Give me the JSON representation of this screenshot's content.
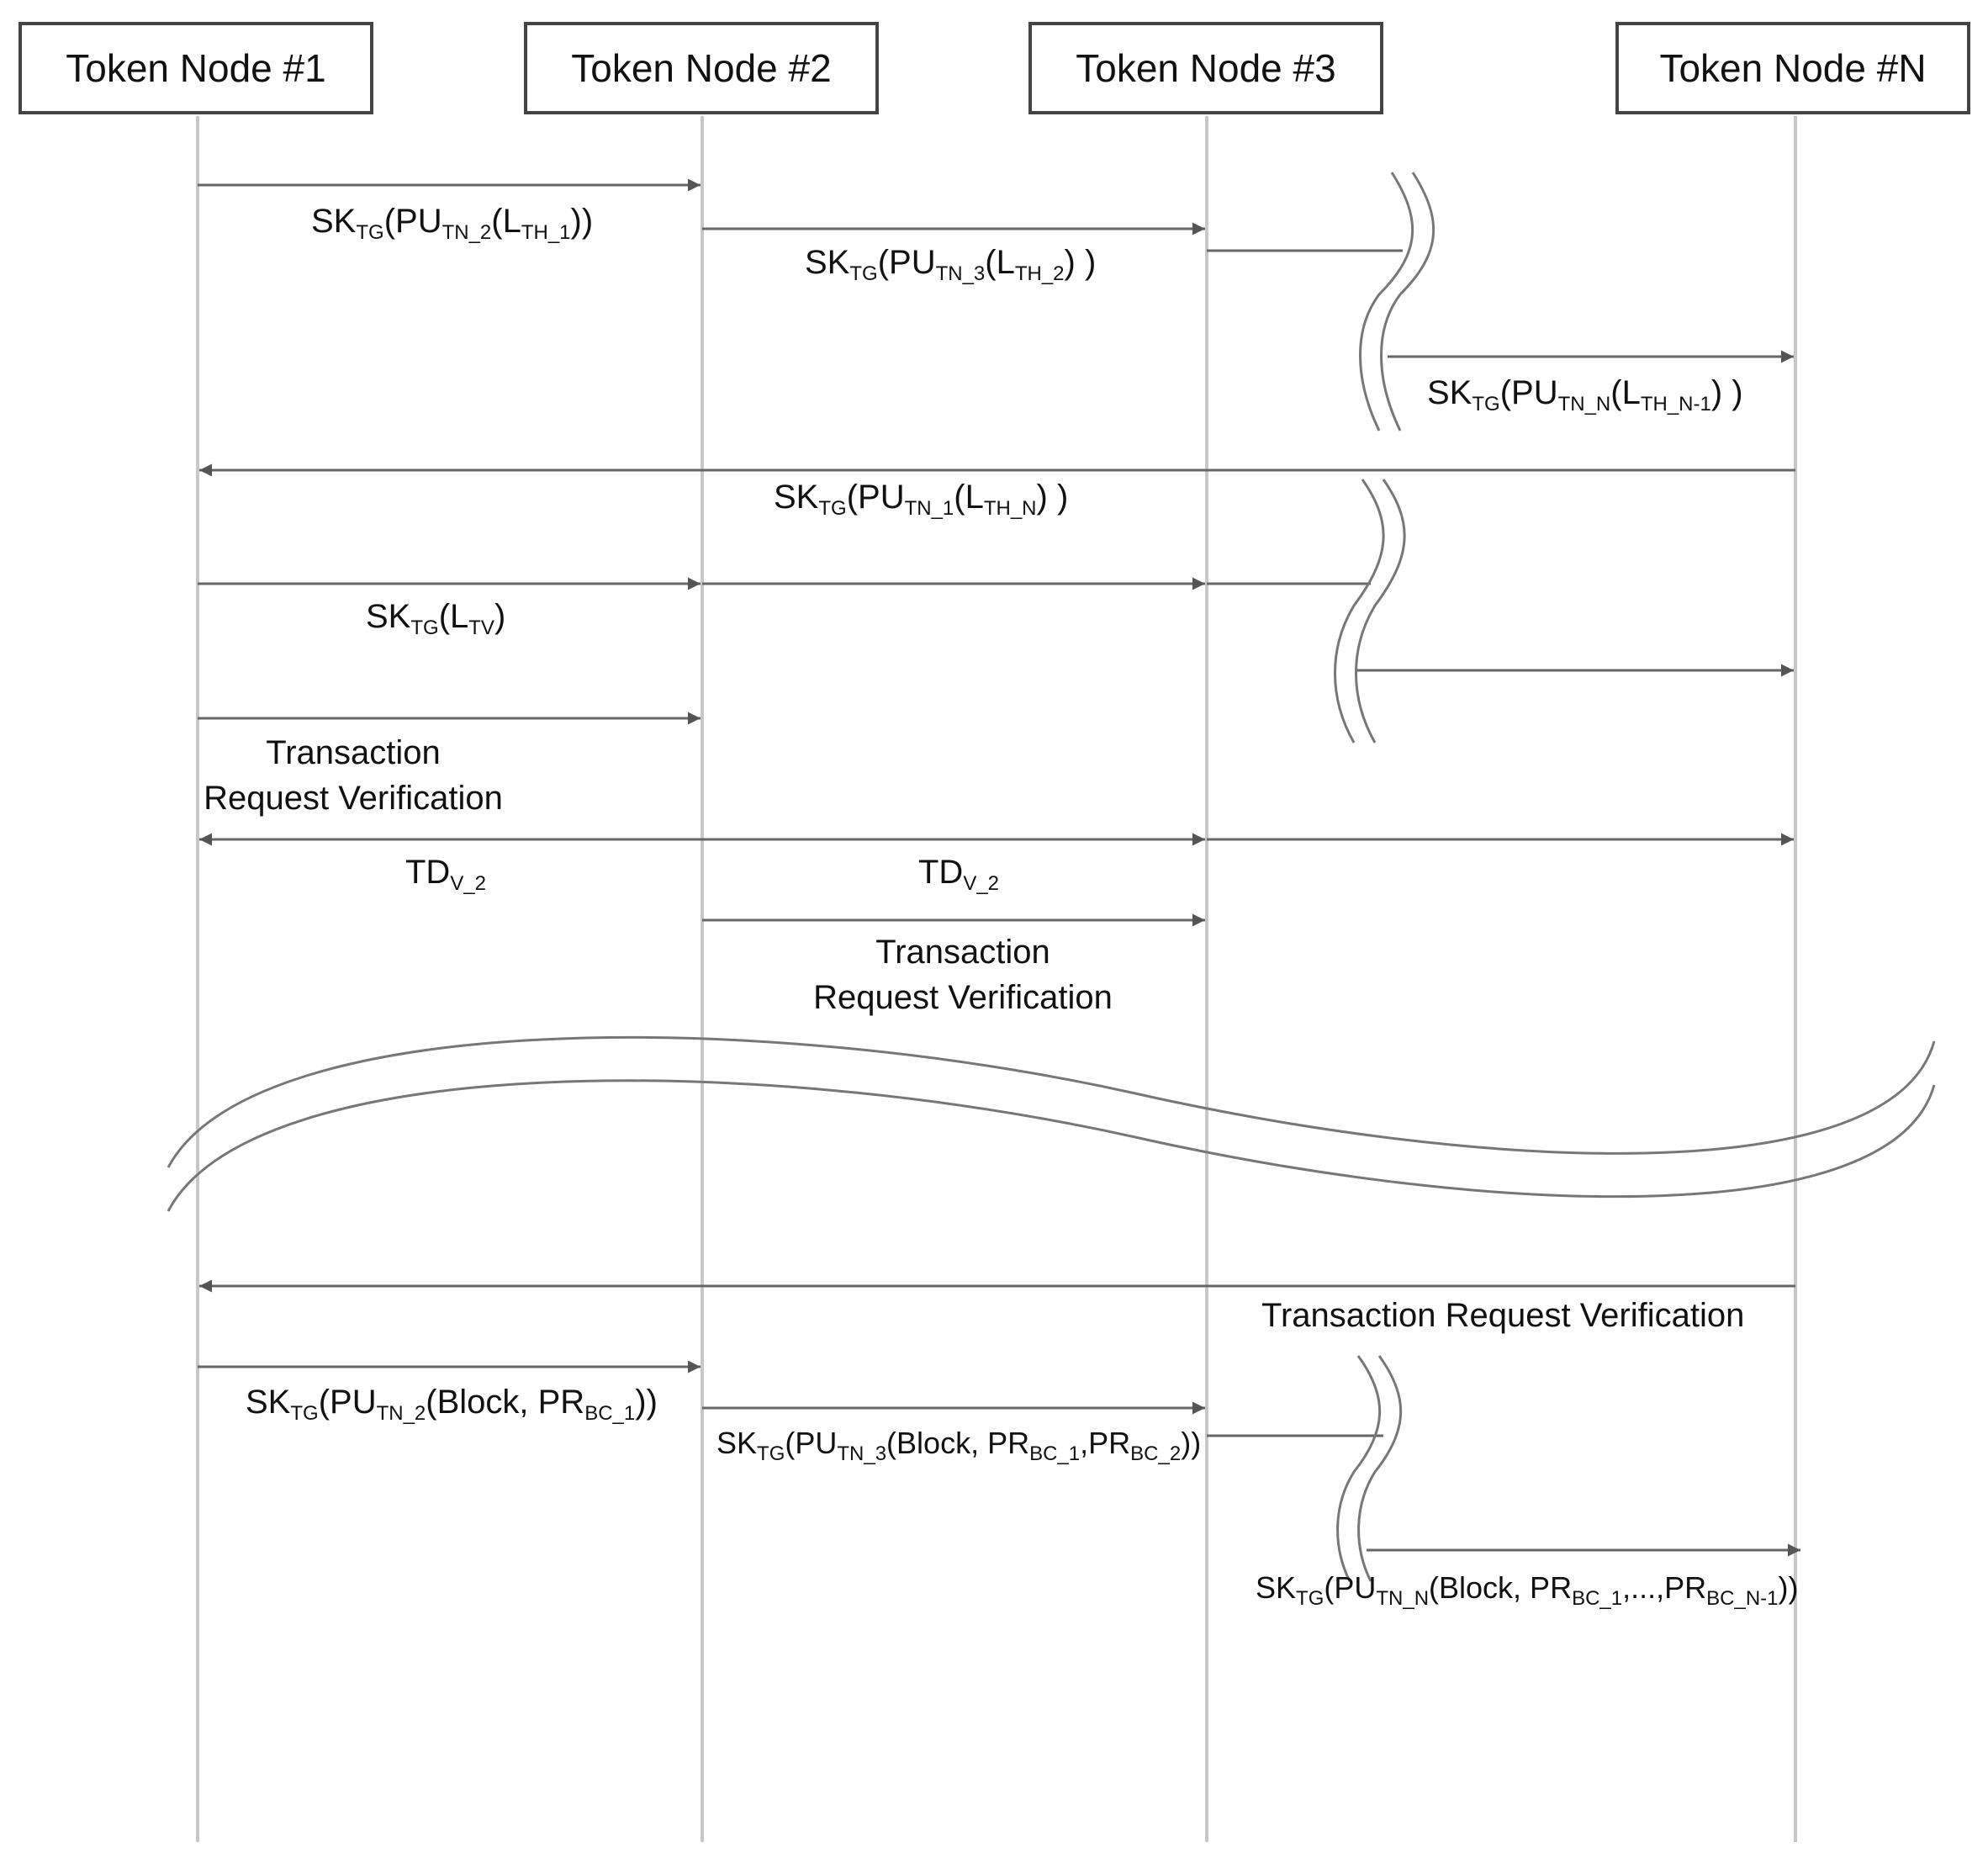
{
  "nodes": [
    "Token Node #1",
    "Token Node #2",
    "Token Node #3",
    "Token Node #N"
  ],
  "labels": {
    "m1": {
      "a": "SK",
      "b": "TG",
      "c": "(PU",
      "d": "TN_2",
      "e": "(L",
      "f": "TH_1",
      "g": "))"
    },
    "m2": {
      "a": "SK",
      "b": "TG",
      "c": "(PU",
      "d": "TN_3",
      "e": "(L",
      "f": "TH_2",
      "g": ") )"
    },
    "m3": {
      "a": "SK",
      "b": "TG",
      "c": "(PU",
      "d": "TN_N",
      "e": "(L",
      "f": "TH_N-1",
      "g": ") )"
    },
    "m4": {
      "a": "SK",
      "b": "TG",
      "c": "(PU",
      "d": "TN_1",
      "e": "(L",
      "f": "TH_N",
      "g": ") )"
    },
    "m5": {
      "a": "SK",
      "b": "TG",
      "c": "(L",
      "d": "TV",
      "e": ")"
    },
    "trv1": {
      "line1": "Transaction",
      "line2": "Request Verification"
    },
    "td1": {
      "a": "TD",
      "b": "V_2"
    },
    "td2": {
      "a": "TD",
      "b": "V_2"
    },
    "trv2": {
      "line1": "Transaction",
      "line2": "Request Verification"
    },
    "trv3": "Transaction Request Verification",
    "b1": {
      "a": "SK",
      "b": "TG",
      "c": "(PU",
      "d": "TN_2",
      "e": "(Block, PR",
      "f": "BC_1",
      "g": "))"
    },
    "b2": {
      "a": "SK",
      "b": "TG",
      "c": "(PU",
      "d": "TN_3",
      "e": "(Block, PR",
      "f": "BC_1",
      "g": ",PR",
      "h": "BC_2",
      "i": "))"
    },
    "b3": {
      "a": "SK",
      "b": "TG",
      "c": "(PU",
      "d": "TN_N",
      "e": "(Block, PR",
      "f": "BC_1",
      "g": ",...,PR",
      "h": "BC_N-1",
      "i": "))"
    }
  },
  "colors": {
    "lifeline": "#c8c8c8",
    "arrow": "#666666",
    "box_border": "#444444",
    "text": "#111111",
    "break": "#777777"
  }
}
